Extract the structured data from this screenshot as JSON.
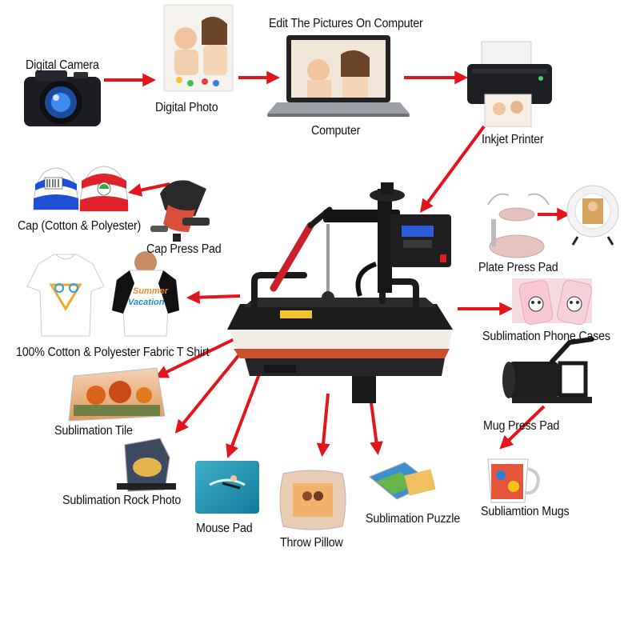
{
  "labels": {
    "digital_camera": "Digital Camera",
    "digital_photo": "Digital Photo",
    "edit_pictures": "Edit The Pictures On Computer",
    "computer": "Computer",
    "inkjet_printer": "Inkjet Printer",
    "cap": "Cap (Cotton & Polyester)",
    "cap_press_pad": "Cap Press Pad",
    "plate_press_pad": "Plate Press Pad",
    "t_shirt": "100% Cotton & Polyester Fabric T Shirt",
    "phone_cases": "Sublimation Phone Cases",
    "tile": "Sublimation Tile",
    "mug_press_pad": "Mug Press Pad",
    "rock_photo": "Sublimation Rock Photo",
    "mouse_pad": "Mouse Pad",
    "throw_pillow": "Throw Pillow",
    "puzzle": "Sublimation Puzzle",
    "mugs": "Subliamtion Mugs"
  },
  "shirt_text": {
    "summer": "Summer",
    "vacation": "Vacation"
  },
  "colors": {
    "arrow": "#e3141b",
    "machine_body": "#1c1c1c",
    "heat_plate": "#c8502c"
  }
}
